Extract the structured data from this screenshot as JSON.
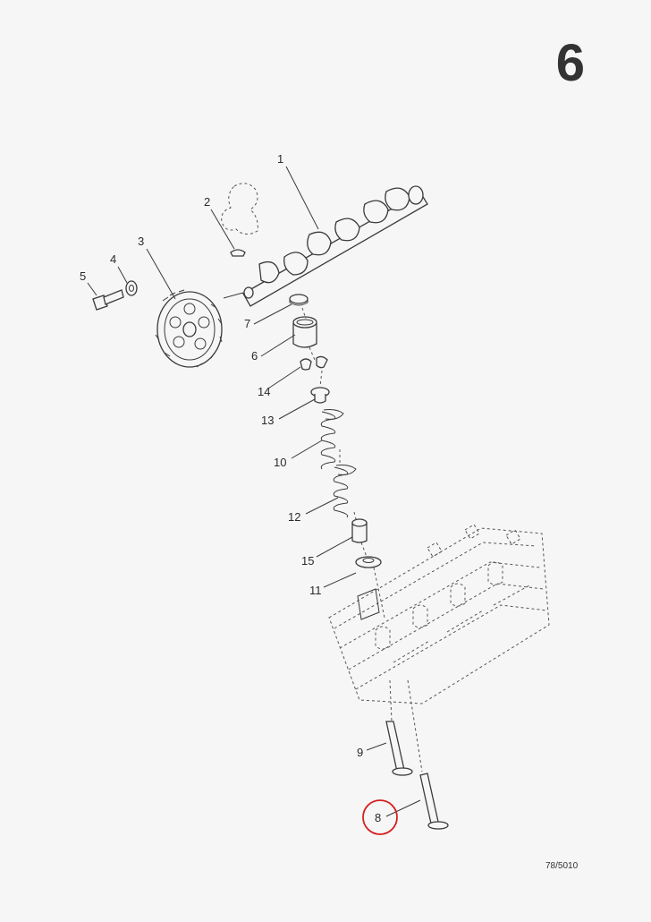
{
  "page": {
    "number": "6",
    "reference": "78/5010"
  },
  "callouts": [
    {
      "id": "camshaft",
      "label": "1"
    },
    {
      "id": "woodruff-key",
      "label": "2"
    },
    {
      "id": "camshaft-sprocket",
      "label": "3"
    },
    {
      "id": "washer",
      "label": "4"
    },
    {
      "id": "bolt",
      "label": "5"
    },
    {
      "id": "tappet",
      "label": "6"
    },
    {
      "id": "shim",
      "label": "7"
    },
    {
      "id": "exhaust-valve",
      "label": "8",
      "highlighted": true
    },
    {
      "id": "inlet-valve",
      "label": "9"
    },
    {
      "id": "outer-spring",
      "label": "10"
    },
    {
      "id": "spring-seat",
      "label": "11"
    },
    {
      "id": "inner-spring",
      "label": "12"
    },
    {
      "id": "spring-retainer",
      "label": "13"
    },
    {
      "id": "collets",
      "label": "14"
    },
    {
      "id": "valve-stem-seal",
      "label": "15"
    }
  ],
  "colors": {
    "highlight": "#d62020",
    "ink": "#3a3a3a",
    "paper": "#f6f6f6"
  }
}
